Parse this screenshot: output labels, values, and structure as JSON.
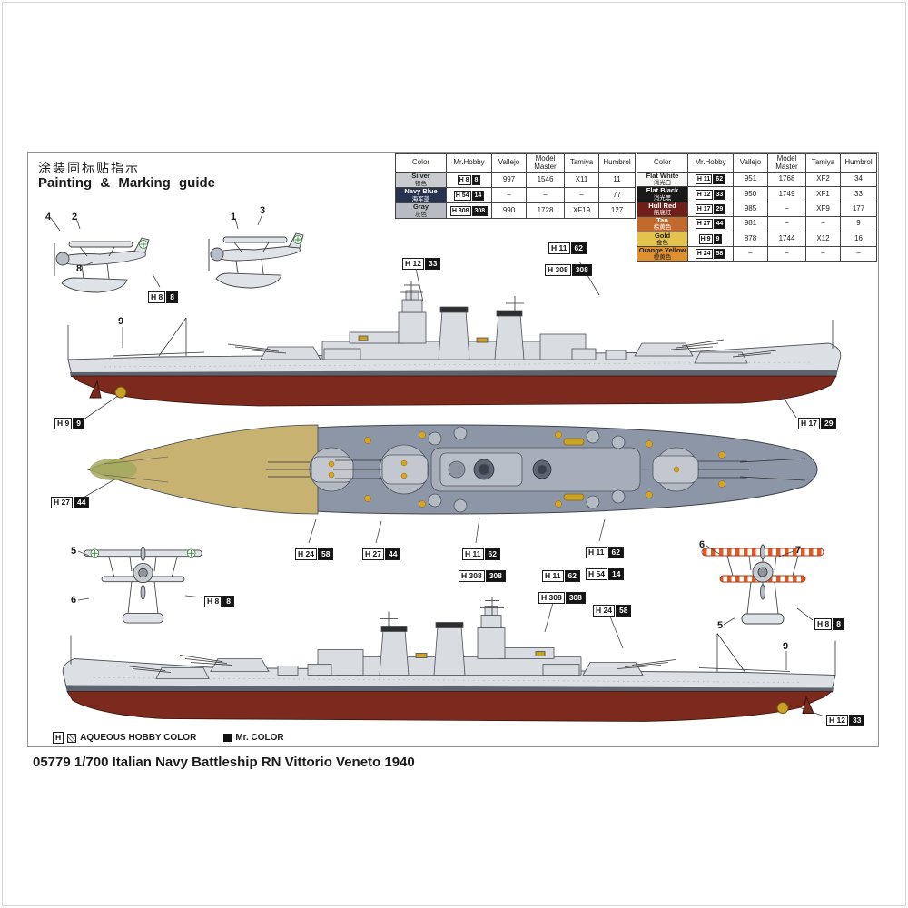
{
  "page": {
    "title_cn": "涂装同标贴指示",
    "title_en": "Painting & Marking guide",
    "footer": "05779 1/700 Italian Navy Battleship RN Vittorio Veneto 1940"
  },
  "legend": {
    "h_box": "H",
    "aqueous_label": "AQUEOUS HOBBY COLOR",
    "mr_label": "Mr. COLOR"
  },
  "colors": {
    "hull_red": "#7c2a1e",
    "deck_blue_gray": "#8d96a7",
    "deck_tan": "#c8b272",
    "gold": "#d9a521",
    "ship_gray": "#dcdfe3"
  },
  "table_headers": [
    "Color",
    "Mr.Hobby",
    "Vallejo",
    "Model Master",
    "Tamiya",
    "Humbrol"
  ],
  "tables": [
    {
      "rows": [
        {
          "name": "Silver",
          "cn": "银色",
          "style": "background:#c9cbce;color:#222",
          "h": "H 8",
          "mr": "8",
          "vallejo": "997",
          "mm": "1546",
          "tamiya": "X11",
          "humbrol": "11"
        },
        {
          "name": "Navy Blue",
          "cn": "海军蓝",
          "style": "background:#26324e;color:#fff",
          "h": "H 54",
          "mr": "14",
          "vallejo": "–",
          "mm": "–",
          "tamiya": "–",
          "humbrol": "77"
        },
        {
          "name": "Gray",
          "cn": "灰色",
          "style": "background:#b8bcc2;color:#222",
          "h": "H 308",
          "mr": "308",
          "vallejo": "990",
          "mm": "1728",
          "tamiya": "XF19",
          "humbrol": "127"
        }
      ]
    },
    {
      "rows": [
        {
          "name": "Flat White",
          "cn": "消光白",
          "style": "background:#f7f7f5;color:#222",
          "h": "H 11",
          "mr": "62",
          "vallejo": "951",
          "mm": "1768",
          "tamiya": "XF2",
          "humbrol": "34"
        },
        {
          "name": "Flat Black",
          "cn": "消光黑",
          "style": "background:#191919;color:#fff",
          "h": "H 12",
          "mr": "33",
          "vallejo": "950",
          "mm": "1749",
          "tamiya": "XF1",
          "humbrol": "33"
        },
        {
          "name": "Hull Red",
          "cn": "船底红",
          "style": "background:#6e1f1a;color:#fff",
          "h": "H 17",
          "mr": "29",
          "vallejo": "985",
          "mm": "–",
          "tamiya": "XF9",
          "humbrol": "177"
        },
        {
          "name": "Tan",
          "cn": "棕黄色",
          "style": "background:#c26a2e;color:#fff",
          "h": "H 27",
          "mr": "44",
          "vallejo": "981",
          "mm": "–",
          "tamiya": "–",
          "humbrol": "9"
        },
        {
          "name": "Gold",
          "cn": "金色",
          "style": "background:#e3c24e;color:#222",
          "h": "H 9",
          "mr": "9",
          "vallejo": "878",
          "mm": "1744",
          "tamiya": "X12",
          "humbrol": "16"
        },
        {
          "name": "Orange Yellow",
          "cn": "橙黄色",
          "style": "background:#e0912f;color:#222",
          "h": "H 24",
          "mr": "58",
          "vallejo": "–",
          "mm": "–",
          "tamiya": "–",
          "humbrol": "–"
        }
      ]
    }
  ],
  "callouts": [
    {
      "h": "H 12",
      "mr": "33"
    },
    {
      "h": "H 11",
      "mr": "62"
    },
    {
      "h": "H 308",
      "mr": "308"
    },
    {
      "h": "H 8",
      "mr": "8"
    },
    {
      "h": "H 9",
      "mr": "9"
    },
    {
      "h": "H 17",
      "mr": "29"
    },
    {
      "h": "H 27",
      "mr": "44"
    },
    {
      "h": "H 24",
      "mr": "58"
    },
    {
      "h": "H 27",
      "mr": "44"
    },
    {
      "h": "H 11",
      "mr": "62"
    },
    {
      "h": "H 308",
      "mr": "308"
    },
    {
      "h": "H 11",
      "mr": "62"
    },
    {
      "h": "H 308",
      "mr": "308"
    },
    {
      "h": "H 11",
      "mr": "62"
    },
    {
      "h": "H 54",
      "mr": "14"
    },
    {
      "h": "H 24",
      "mr": "58"
    },
    {
      "h": "H 8",
      "mr": "8"
    },
    {
      "h": "H 8",
      "mr": "8"
    },
    {
      "h": "H 12",
      "mr": "33"
    }
  ],
  "markers": [
    "4",
    "2",
    "8",
    "1",
    "3",
    "9",
    "5",
    "6",
    "6",
    "7",
    "5",
    "9"
  ]
}
